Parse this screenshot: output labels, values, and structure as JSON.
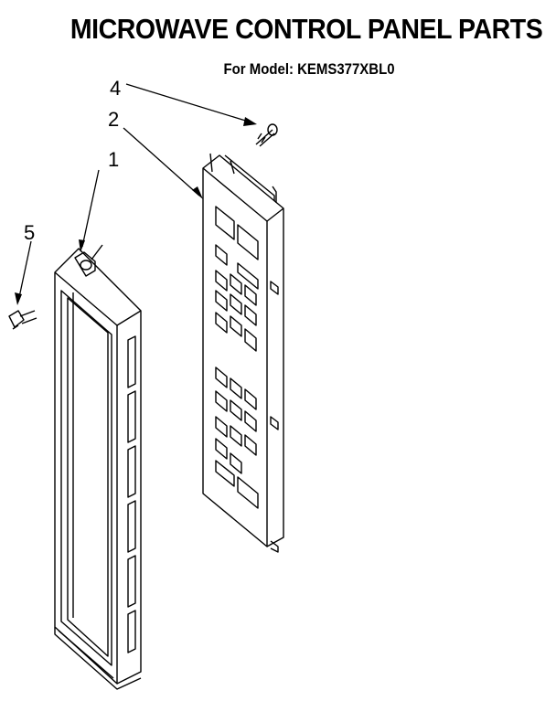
{
  "header": {
    "title": "MICROWAVE CONTROL PANEL PARTS",
    "model_line": "For Model: KEMS377XBL0"
  },
  "callouts": [
    {
      "id": "1",
      "label": "1"
    },
    {
      "id": "2",
      "label": "2"
    },
    {
      "id": "4",
      "label": "4"
    },
    {
      "id": "5",
      "label": "5"
    }
  ]
}
